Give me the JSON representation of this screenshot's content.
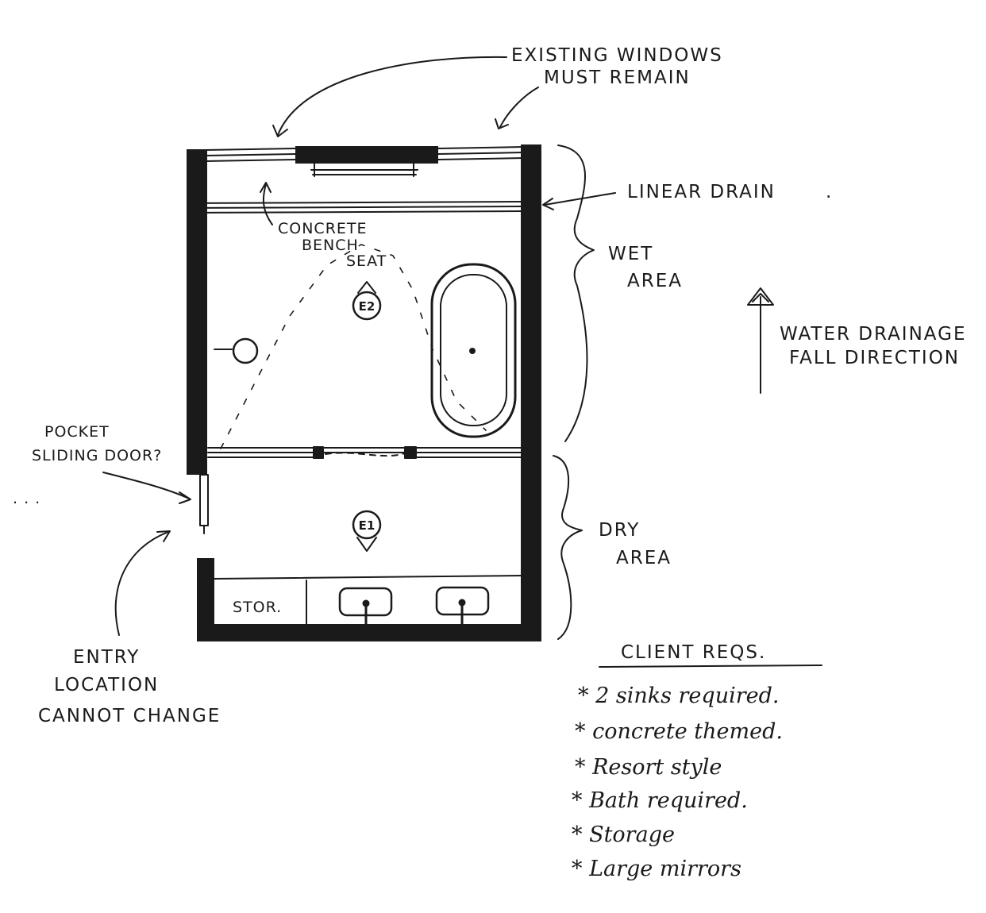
{
  "annotations": {
    "windows_line1": "EXISTING WINDOWS",
    "windows_line2": "MUST REMAIN",
    "drain": "LINEAR DRAIN",
    "drain_dot": ".",
    "bench_line1": "CONCRETE",
    "bench_line2": "BENCH",
    "bench_line3": "SEAT",
    "wet_line1": "WET",
    "wet_line2": "AREA",
    "dry_line1": "DRY",
    "dry_line2": "AREA",
    "fall_line1": "WATER DRAINAGE",
    "fall_line2": "FALL DIRECTION",
    "door_line1": "POCKET",
    "door_line2": "SLIDING DOOR?",
    "entry_line1": "ENTRY",
    "entry_line2": "LOCATION",
    "entry_line3": "CANNOT CHANGE",
    "storage": "STOR.",
    "stray_dots": ". . ."
  },
  "elevation_markers": {
    "e2": "E2",
    "e1": "E1"
  },
  "client_requirements": {
    "title": "CLIENT REQS.",
    "items": [
      "* 2 sinks required.",
      "* concrete themed.",
      "* Resort style",
      "* Bath required.",
      "* Storage",
      "* Large mirrors"
    ]
  },
  "colors": {
    "ink": "#1a1a1a",
    "paper": "#ffffff"
  }
}
